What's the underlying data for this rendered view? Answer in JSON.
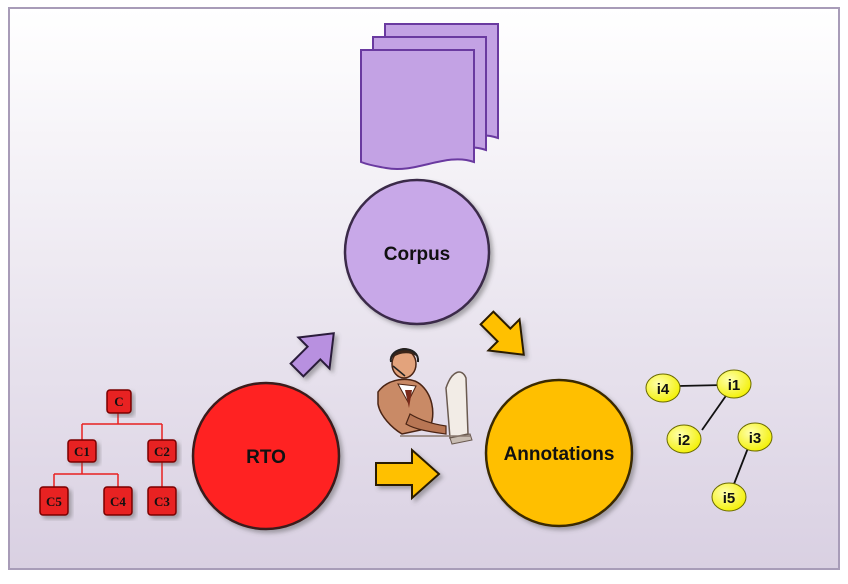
{
  "nodes": {
    "corpus": "Corpus",
    "rto": "RTO",
    "annotations": "Annotations"
  },
  "tree": {
    "root": "C",
    "c1": "C1",
    "c2": "C2",
    "c3": "C3",
    "c4": "C4",
    "c5": "C5"
  },
  "instances": {
    "i1": "i1",
    "i2": "i2",
    "i3": "i3",
    "i4": "i4",
    "i5": "i5"
  },
  "colors": {
    "corpus": "#C8A8E8",
    "rto": "#FF2020",
    "annotations": "#FFBF00",
    "arrow_purple": "#B890E0",
    "arrow_orange": "#FFC000",
    "tree_node": "#E82020",
    "instance_node": "#FFFF30"
  }
}
